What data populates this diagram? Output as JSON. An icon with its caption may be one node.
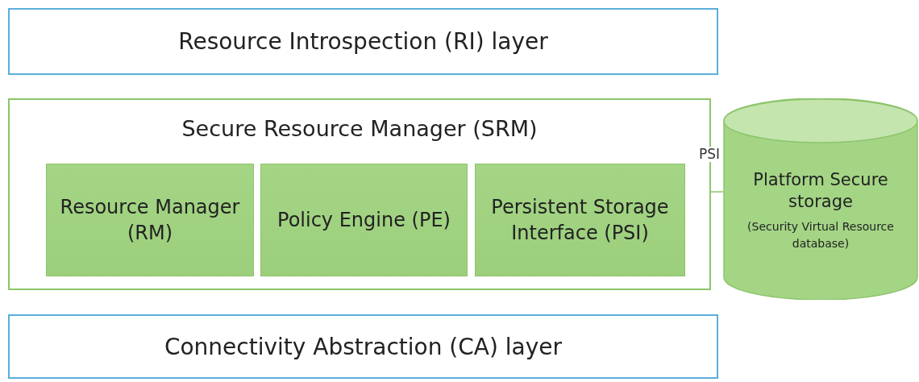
{
  "diagram": {
    "nodes": [
      {
        "text": [
          "Resource Introspection (RI) layer"
        ]
      },
      {
        "text": [
          "Secure Resource Manager (SRM)"
        ]
      },
      {
        "text": [
          "Resource Manager (RM)"
        ],
        "in": 1
      },
      {
        "text": [
          "Policy Engine (PE)"
        ],
        "in": 1
      },
      {
        "text": [
          "Persistent Storage Interface (PSI)"
        ],
        "in": 1
      },
      {
        "text": [
          "Platform Secure storage",
          "(Security Virtual Resource database)"
        ]
      },
      {
        "text": [
          "Connectivity Abstraction (CA) layer"
        ]
      }
    ],
    "edges": [
      {
        "from": 1,
        "to": 5,
        "arrow": "none",
        "label": "PSI"
      }
    ]
  }
}
